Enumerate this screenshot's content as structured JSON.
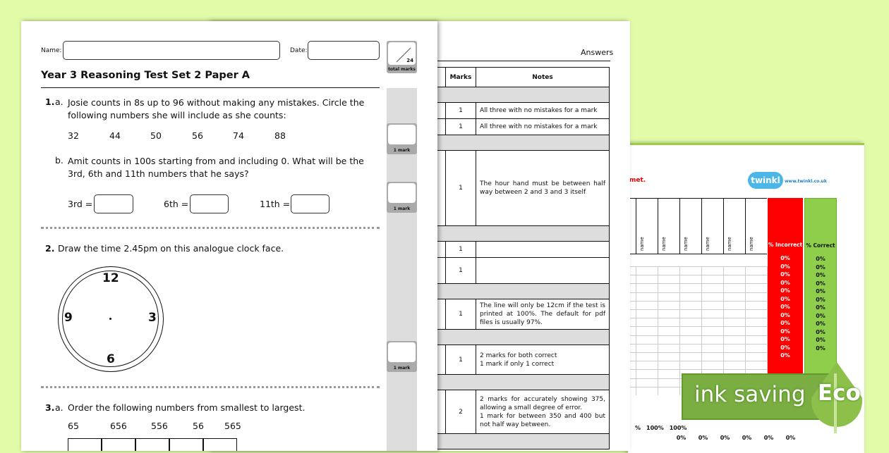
{
  "worksheet": {
    "name_label": "Name:",
    "date_label": "Date:",
    "total_marks": "24",
    "total_marks_label": "total marks",
    "title": "Year 3 Reasoning Test Set 2 Paper A",
    "mark_label": "1 mark",
    "q1a_num": "1.",
    "q1a_letter": "a.",
    "q1a_text": "Josie counts in 8s up to 96 without making any mistakes. Circle the following numbers she will include as she counts:",
    "q1a_numbers": [
      "32",
      "44",
      "50",
      "56",
      "74",
      "88"
    ],
    "q1b_letter": "b.",
    "q1b_text": "Amit counts in 100s starting from and including 0. What will be the 3rd, 6th and 11th numbers that he says?",
    "q1b_labels": [
      "3rd =",
      "6th =",
      "11th ="
    ],
    "q2_num": "2.",
    "q2_text": "Draw the time 2.45pm on this analogue clock face.",
    "clock_numbers": [
      "12",
      "3",
      "6",
      "9"
    ],
    "q3_num": "3.",
    "q3_letter": "a.",
    "q3_text": "Order the following numbers from smallest to largest.",
    "q3_numbers": [
      "65",
      "656",
      "556",
      "56",
      "565"
    ]
  },
  "answers": {
    "title": "Answers",
    "headers": {
      "marks": "Marks",
      "notes": "Notes"
    },
    "rows": [
      {
        "type": "gray"
      },
      {
        "marks": "1",
        "notes": "All three with no mistakes for a mark"
      },
      {
        "marks": "1",
        "notes": "All three with no mistakes for a mark"
      },
      {
        "type": "gray"
      },
      {
        "marks": "1",
        "notes": "The hour hand must be between half way between 2 and 3 and 3 itself"
      },
      {
        "type": "gray"
      },
      {
        "marks": "1",
        "notes": ""
      },
      {
        "marks": "1",
        "notes": ""
      },
      {
        "type": "gray"
      },
      {
        "marks": "1",
        "notes": "The line will only be 12cm if the test is printed at 100%. The default for pdf files is usually 97%."
      },
      {
        "type": "gray"
      },
      {
        "marks": "1",
        "notes": "2 marks for both correct\n1 mark if only 1 correct"
      },
      {
        "type": "gray"
      },
      {
        "marks": "2",
        "notes": "2 marks for accurately showing 375, allowing a small degree of error.\n1 mark for between 350 and 400 but not half way between."
      },
      {
        "type": "gray"
      }
    ]
  },
  "tracker": {
    "red_note": "met.",
    "logo": "twinkl",
    "url": "www.twinkl.co.uk",
    "name_header": "name",
    "incorrect_header": "% Incorrect",
    "correct_header": "% Correct",
    "incorrect_values": [
      "0%",
      "0%",
      "0%",
      "0%",
      "0%",
      "0%",
      "0%",
      "0%",
      "0%",
      "0%",
      "0%",
      "0%",
      "0%"
    ],
    "correct_values": [
      "0%",
      "0%",
      "0%",
      "0%",
      "0%",
      "0%",
      "0%",
      "0%",
      "0%",
      "0%",
      "0%",
      "0%"
    ],
    "bottom_row1": [
      "%",
      "100%",
      "100%"
    ],
    "bottom_row2": [
      "0%",
      "0%",
      "0%",
      "0%",
      "0%",
      "0%"
    ],
    "colors": {
      "red": "#ff0000",
      "green": "#8fce4a"
    }
  },
  "badge": {
    "text": "ink saving",
    "eco": "Eco",
    "color": "#7aae42"
  }
}
